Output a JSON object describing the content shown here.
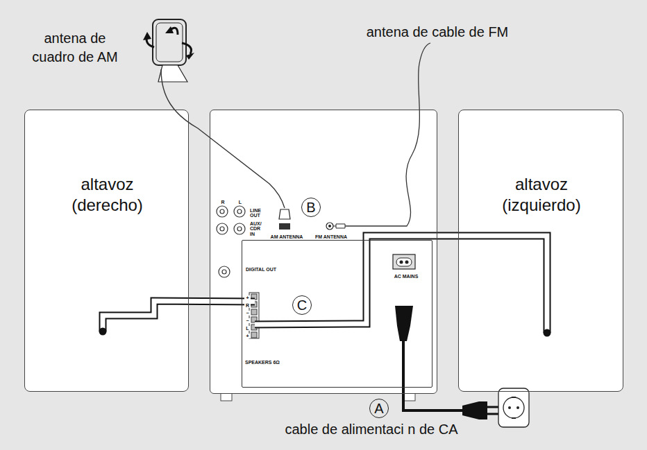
{
  "diagram": {
    "nodes": [
      {
        "text": [
          "altavoz (derecho)"
        ]
      },
      {
        "text": [
          "R",
          "L",
          "LINE OUT",
          "AUX/ CDR IN",
          "AM ANTENNA",
          "FM ANTENNA"
        ]
      },
      {
        "text": [
          "B"
        ],
        "in": 1
      },
      {
        "text": [
          "DIGITAL OUT",
          "AC MAINS",
          "+",
          "R",
          "−",
          "−",
          "L",
          "+",
          "SPEAKERS 6Ω"
        ],
        "in": 1
      },
      {
        "text": [
          "C"
        ],
        "in": 3
      },
      {
        "text": [
          "altavoz (izquierdo)"
        ]
      },
      {
        "text": [
          "A"
        ]
      }
    ],
    "edges": [
      {
        "from": 0,
        "to": 3,
        "arrow": "none"
      },
      {
        "from": 5,
        "to": 3,
        "arrow": "none"
      }
    ],
    "labels": [
      "antena de cuadro de AM",
      "antena de cable de FM",
      "cable de alimentaci n de CA"
    ]
  }
}
